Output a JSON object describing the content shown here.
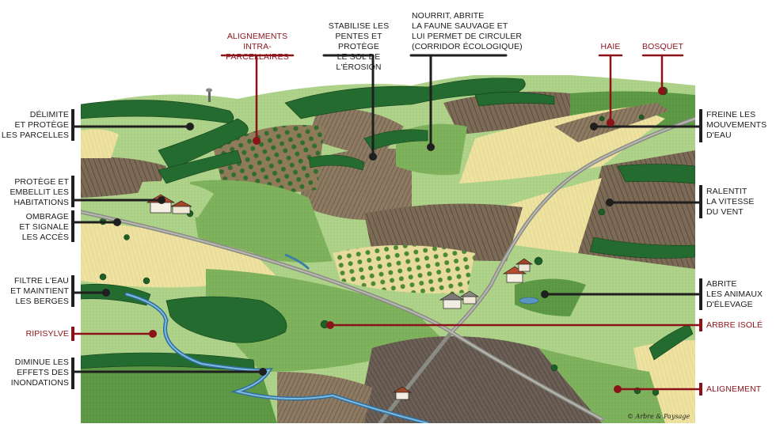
{
  "colors": {
    "black_callout": "#1f1f1f",
    "red_callout": "#8b1219",
    "hedge": "#1f6b2e",
    "meadow_light": "#a9cf86",
    "meadow_mid": "#6fa852",
    "field_yellow": "#efe3a0",
    "field_brown": "#7d6a52",
    "road": "#8a8a86",
    "river": "#3c7ea6"
  },
  "labels_left": [
    {
      "id": "delimite",
      "text": "DÉLIMITE\nET PROTÈGE\nLES PARCELLES",
      "color": "black"
    },
    {
      "id": "protege",
      "text": "PROTÈGE ET\nEMBELLIT LES\nHABITATIONS",
      "color": "black"
    },
    {
      "id": "ombrage",
      "text": "OMBRAGE\nET SIGNALE\nLES ACCÈS",
      "color": "black"
    },
    {
      "id": "filtre",
      "text": "FILTRE L'EAU\nET MAINTIENT\nLES BERGES",
      "color": "black"
    },
    {
      "id": "ripisylve",
      "text": "RIPISYLVE",
      "color": "red"
    },
    {
      "id": "diminue",
      "text": "DIMINUE LES\nEFFETS DES\nINONDATIONS",
      "color": "black"
    }
  ],
  "labels_top": [
    {
      "id": "alignements",
      "text": "ALIGNEMENTS\nINTRA-PARCELLAIRES",
      "color": "red"
    },
    {
      "id": "stabilise",
      "text": "STABILISE LES\nPENTES ET PROTÈGE\nLE SOL DE L'ÉROSION",
      "color": "black"
    },
    {
      "id": "nourrit",
      "text": "NOURRIT, ABRITE\nLA FAUNE SAUVAGE ET\nLUI PERMET DE CIRCULER\n(CORRIDOR ÉCOLOGIQUE)",
      "color": "black"
    },
    {
      "id": "haie",
      "text": "HAIE",
      "color": "red"
    },
    {
      "id": "bosquet",
      "text": "BOSQUET",
      "color": "red"
    }
  ],
  "labels_right": [
    {
      "id": "freine",
      "text": "FREINE LES\nMOUVEMENTS\nD'EAU",
      "color": "black"
    },
    {
      "id": "ralentit",
      "text": "RALENTIT\nLA VITESSE\nDU VENT",
      "color": "black"
    },
    {
      "id": "abrite",
      "text": "ABRITE\nLES ANIMAUX\nD'ÉLEVAGE",
      "color": "black"
    },
    {
      "id": "arbre",
      "text": "ARBRE ISOLÉ",
      "color": "red"
    },
    {
      "id": "alignement",
      "text": "ALIGNEMENT",
      "color": "red"
    }
  ],
  "credit": "© Arbre & Paysage",
  "icons": {
    "landscape": "countryside-landscape-illustration",
    "farm": "farmhouse-icon",
    "tree": "tree-icon"
  }
}
